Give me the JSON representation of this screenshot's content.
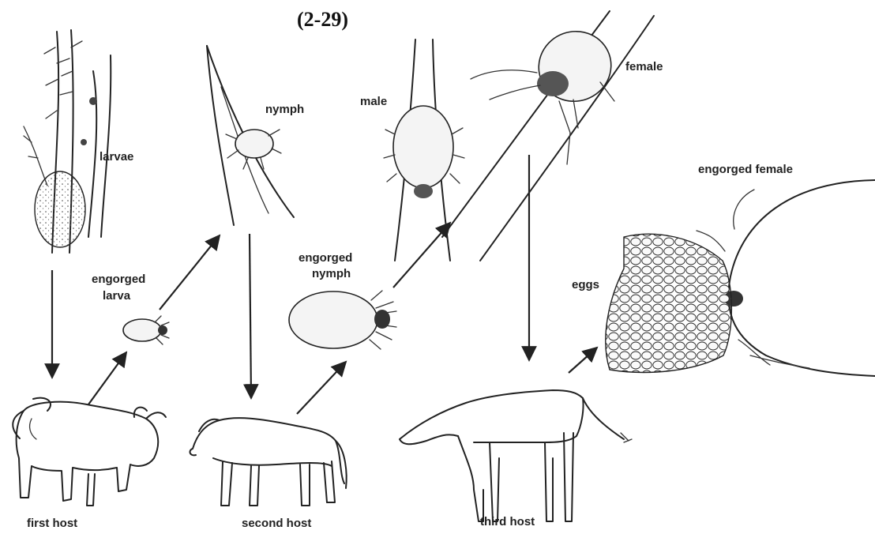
{
  "title": "(2-29)",
  "labels": {
    "larvae": "larvae",
    "engorged_larva_line1": "engorged",
    "engorged_larva_line2": "larva",
    "nymph": "nymph",
    "engorged_nymph_line1": "engorged",
    "engorged_nymph_line2": "nymph",
    "male": "male",
    "female": "female",
    "engorged_female": "engorged female",
    "eggs": "eggs",
    "first_host": "first host",
    "second_host": "second host",
    "third_host": "third host"
  },
  "colors": {
    "ink": "#222222",
    "background": "#ffffff"
  }
}
